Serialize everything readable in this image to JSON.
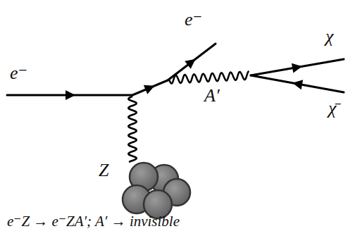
{
  "diagram": {
    "caption": "e⁻Z → e⁻ZA′; A′ → invisible",
    "labels": [
      "e⁻",
      "e⁻",
      "χ",
      "χ̄",
      "A′",
      "Z"
    ]
  }
}
